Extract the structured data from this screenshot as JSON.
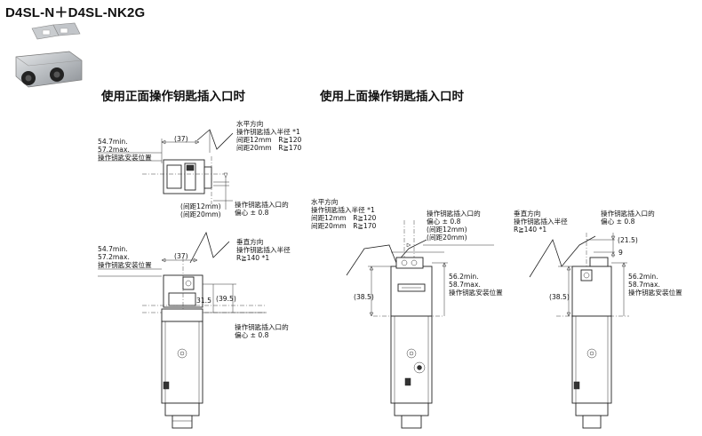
{
  "title": "D4SL-N＋D4SL-NK2G",
  "headings": {
    "front": "使用正面操作钥匙插入口时",
    "top": "使用上面操作钥匙插入口时"
  },
  "front_upper": {
    "dim_min": "54.7min.",
    "dim_max": "57.2max.",
    "mount_pos": "操作钥匙安装位置",
    "dim_37": "(37)",
    "horizontal": "水平方向",
    "radius": "操作钥匙插入半径 *1",
    "r1": "间距12mm　R≧120",
    "r2": "间距20mm　R≧170",
    "gap12": "(间距12mm)",
    "gap20": "(间距20mm)",
    "ecc1": "操作钥匙插入口的",
    "ecc2": "偏心 ± 0.8"
  },
  "front_lower": {
    "dim_min": "54.7min.",
    "dim_max": "57.2max.",
    "mount_pos": "操作钥匙安装位置",
    "dim_37": "(37)",
    "vertical": "垂直方向",
    "radius": "操作钥匙插入半径",
    "r": "R≧140 *1",
    "dim_315": "31.5",
    "dim_395": "(39.5)",
    "ecc1": "操作钥匙插入口的",
    "ecc2": "偏心 ± 0.8"
  },
  "top_left": {
    "horizontal": "水平方向",
    "radius": "操作钥匙插入半径 *1",
    "r1": "间距12mm　R≧120",
    "r2": "间距20mm　R≧170",
    "ecc1": "操作钥匙插入口的",
    "ecc2": "偏心 ± 0.8",
    "gap12": "(间距12mm)",
    "gap20": "(间距20mm)",
    "dim_385": "(38.5)",
    "dim_min": "56.2min.",
    "dim_max": "58.7max.",
    "mount_pos": "操作钥匙安装位置"
  },
  "top_right": {
    "vertical": "垂直方向",
    "radius": "操作钥匙插入半径",
    "r": "R≧140 *1",
    "ecc1": "操作钥匙插入口的",
    "ecc2": "偏心 ± 0.8",
    "dim_215": "(21.5)",
    "dim_9": "9",
    "dim_385": "(38.5)",
    "dim_min": "56.2min.",
    "dim_max": "58.7max.",
    "mount_pos": "操作钥匙安装位置"
  }
}
